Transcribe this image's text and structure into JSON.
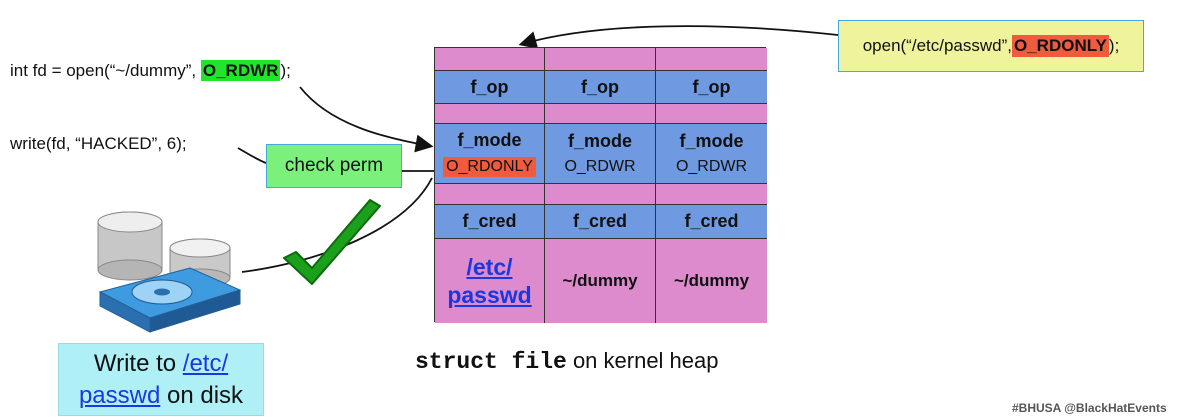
{
  "code_lines": {
    "open_prefix": "int fd = open(“~/dummy”, ",
    "open_flag": "O_RDWR",
    "open_suffix": ");",
    "write_call": "write(fd, “HACKED”, 6);"
  },
  "open_box": {
    "prefix": "open(“/etc/passwd”, ",
    "flag": "O_RDONLY",
    "suffix": ");"
  },
  "check_perm": "check perm",
  "grid": {
    "f_op": "f_op",
    "f_mode": "f_mode",
    "f_cred": "f_cred",
    "modes": [
      "O_RDONLY",
      "O_RDWR",
      "O_RDWR"
    ],
    "paths": [
      "/etc/\npasswd",
      "~/dummy",
      "~/dummy"
    ],
    "path0_line1": "/etc/",
    "path0_line2": "passwd"
  },
  "caption": {
    "mono": "struct file",
    "rest": " on kernel heap"
  },
  "write_disk": {
    "prefix": "Write to ",
    "link1": "/etc/",
    "link2": "passwd",
    "suffix": " on disk"
  },
  "footer": "#BHUSA   @BlackHatEvents",
  "colors": {
    "pink": "#dd8bcc",
    "blue": "#6f9ae2",
    "green_highlight": "#22e52a",
    "red_highlight": "#ef5b3c",
    "check_green": "#1aa01a"
  },
  "icons": [
    "database-disk-icon",
    "checkmark-icon"
  ]
}
